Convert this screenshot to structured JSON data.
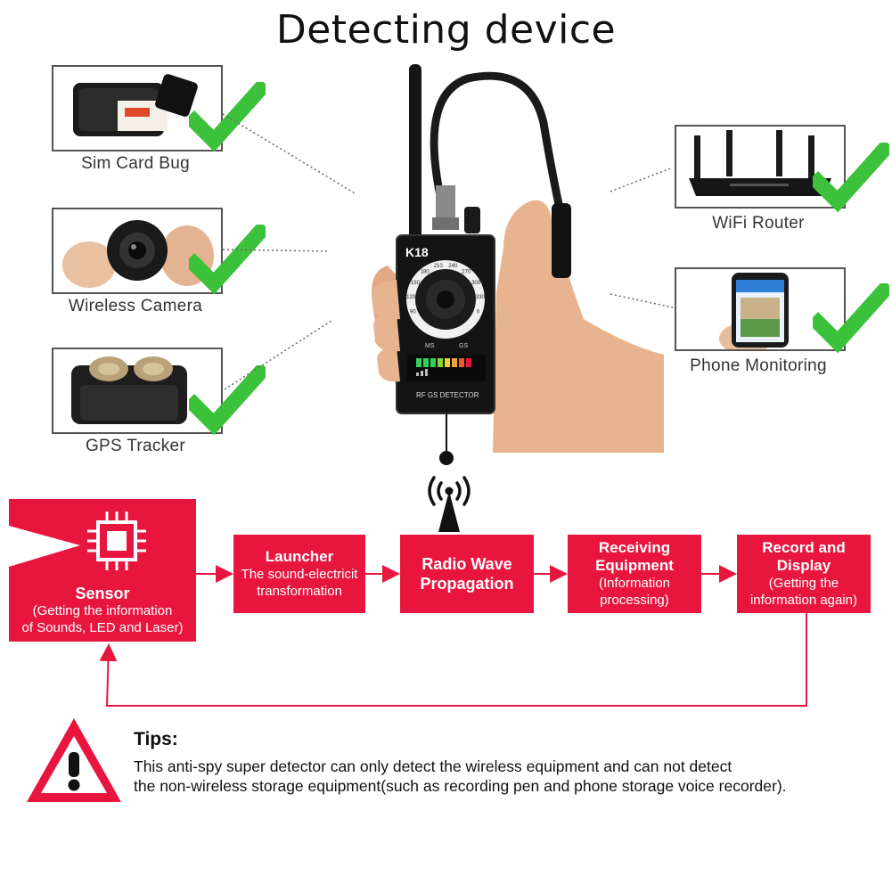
{
  "title": "Detecting device",
  "detects_left": [
    {
      "label": "Sim Card Bug",
      "icon": "sim-card-bug-icon"
    },
    {
      "label": "Wireless Camera",
      "icon": "wireless-camera-icon"
    },
    {
      "label": "GPS Tracker",
      "icon": "gps-tracker-icon"
    }
  ],
  "detects_right": [
    {
      "label": "WiFi Router",
      "icon": "wifi-router-icon"
    },
    {
      "label": "Phone Monitoring",
      "icon": "phone-monitoring-icon"
    }
  ],
  "device": {
    "model": "K18",
    "panel_text": "RF GS DETECTOR",
    "dial_left": "MS",
    "dial_right": "GS",
    "dial_numbers": [
      "90",
      "120",
      "150",
      "180",
      "210",
      "240",
      "270",
      "300",
      "330",
      "0"
    ]
  },
  "flow": [
    {
      "title": "Sensor",
      "sub": "(Getting the information\nof Sounds, LED and Laser)"
    },
    {
      "title": "Launcher",
      "sub": "The sound-electricit\ntransformation"
    },
    {
      "title": "Radio Wave\nPropagation",
      "sub": ""
    },
    {
      "title": "Receiving\nEquipment",
      "sub": "(Information\nprocessing)"
    },
    {
      "title": "Record and\nDisplay",
      "sub": "(Getting the\ninformation again)"
    }
  ],
  "tips": {
    "heading": "Tips:",
    "line1": "This anti-spy super detector can only detect the wireless equipment and can not detect",
    "line2": "the non-wireless storage equipment(such as recording pen and phone storage voice recorder)."
  },
  "colors": {
    "accent_red": "#e8163f",
    "check_green": "#3cc23a",
    "warning_red": "#e8163f"
  }
}
